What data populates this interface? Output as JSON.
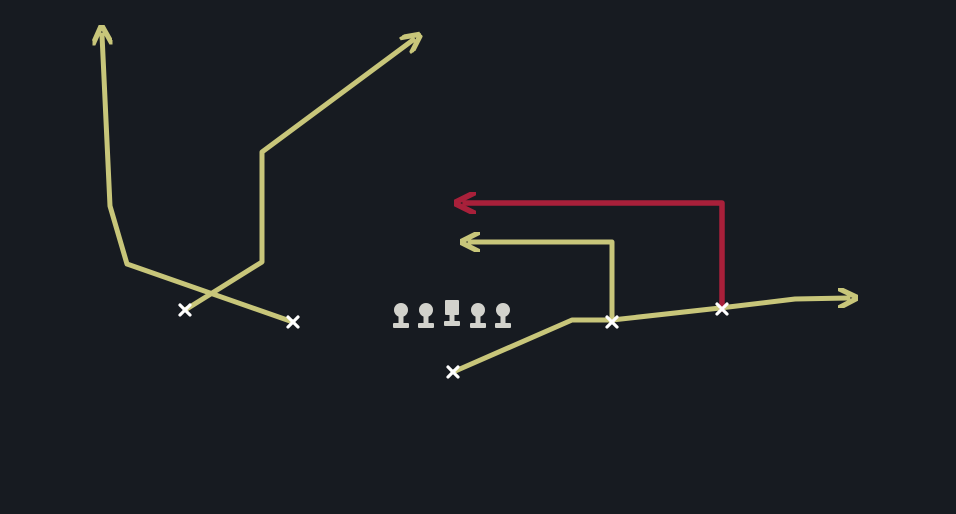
{
  "diagram": {
    "type": "football-play-diagram",
    "colors": {
      "background": "#171b21",
      "route_primary": "#c8c67a",
      "route_highlight": "#a8203a",
      "player_mark": "#ffffff",
      "lineman": "#d2d2cc"
    },
    "receivers": [
      {
        "id": "wr-left-outside",
        "marker": "x-mark"
      },
      {
        "id": "wr-left-slot",
        "marker": "x-mark"
      },
      {
        "id": "back",
        "marker": "x-mark"
      },
      {
        "id": "wr-right-slot",
        "marker": "x-mark"
      },
      {
        "id": "wr-right-outside",
        "marker": "x-mark"
      }
    ],
    "routes": [
      {
        "id": "post-corner-route",
        "color": "route_primary"
      },
      {
        "id": "corner-route",
        "color": "route_primary"
      },
      {
        "id": "flat-route",
        "color": "route_primary"
      },
      {
        "id": "out-route-short",
        "color": "route_primary"
      },
      {
        "id": "out-route-deep",
        "color": "route_highlight"
      }
    ],
    "offensive_line": [
      {
        "position": "tackle",
        "icon": "lineman-icon"
      },
      {
        "position": "guard",
        "icon": "lineman-icon"
      },
      {
        "position": "center",
        "icon": "center-icon"
      },
      {
        "position": "guard",
        "icon": "lineman-icon"
      },
      {
        "position": "tackle",
        "icon": "lineman-icon"
      }
    ]
  }
}
